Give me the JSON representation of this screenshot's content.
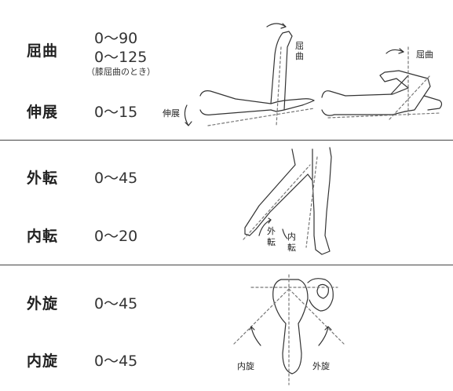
{
  "hip_flexion": {
    "flexion": {
      "label": "屈曲",
      "value1": "0～90",
      "value2": "0～125",
      "note": "（膝屈曲のとき）"
    },
    "extension": {
      "label": "伸展",
      "value": "0～15"
    },
    "fig_flex_label_1": "屈\n曲",
    "fig_flex_label_2": "屈曲",
    "fig_ext_label": "伸展"
  },
  "hip_abduction": {
    "abduction": {
      "label": "外転",
      "value": "0～45"
    },
    "adduction": {
      "label": "内転",
      "value": "0～20"
    },
    "fig_abd_label": "外\n転",
    "fig_add_label": "内\n転"
  },
  "hip_rotation": {
    "external": {
      "label": "外旋",
      "value": "0～45"
    },
    "internal": {
      "label": "内旋",
      "value": "0～45"
    },
    "fig_int_label": "内旋",
    "fig_ext_label": "外旋"
  },
  "colors": {
    "line": "#333333",
    "dash": "#777777"
  }
}
